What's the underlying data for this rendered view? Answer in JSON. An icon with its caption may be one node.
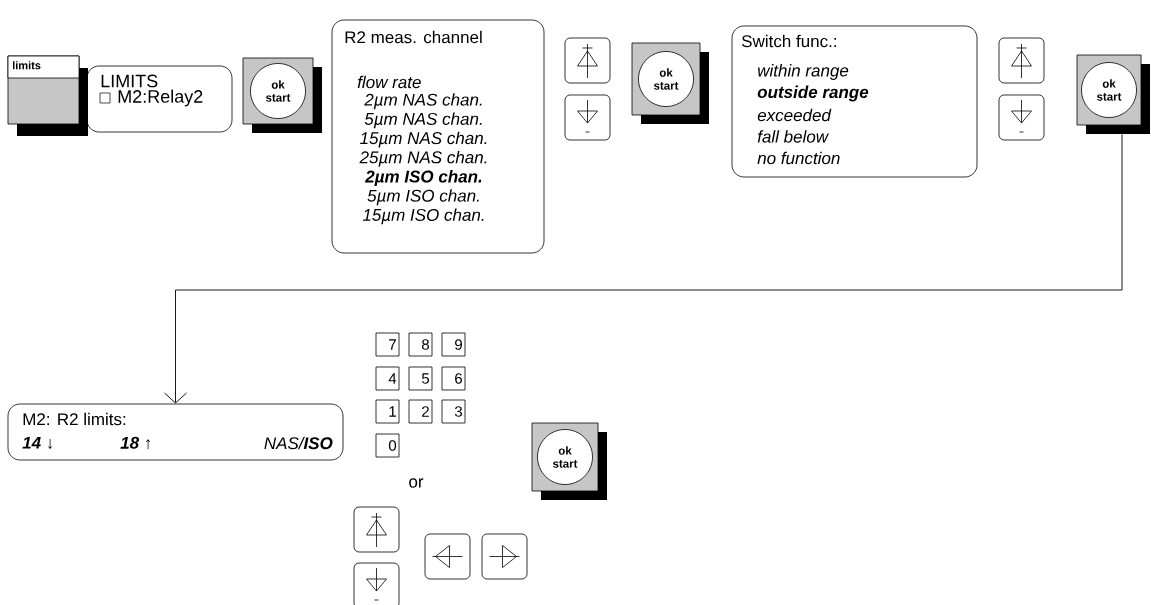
{
  "diagram": {
    "nodes": [
      {
        "text": [
          "limits"
        ]
      },
      {
        "text": [
          "LIMITS",
          "M2:Relay2"
        ]
      },
      {
        "text": [
          "ok start"
        ]
      },
      {
        "text": [
          "R2 meas. channel",
          "flow rate",
          "2µm NAS chan.",
          "5µm NAS chan.",
          "15µm NAS chan.",
          "25µm NAS chan.",
          "**2µm ISO chan.**",
          "5µm ISO chan.",
          "15µm ISO chan."
        ]
      },
      {
        "text": [],
        "shape": "box"
      },
      {
        "text": [],
        "shape": "box"
      },
      {
        "text": [
          "ok start"
        ]
      },
      {
        "text": [
          "Switch func.:",
          "within range",
          "**outside range**",
          "exceeded",
          "fall below",
          "no function"
        ]
      },
      {
        "text": [],
        "shape": "box"
      },
      {
        "text": [],
        "shape": "box"
      },
      {
        "text": [
          "ok start"
        ]
      },
      {
        "text": [
          "M2: R2 limits:",
          "**14** ↓",
          "**18** ↑",
          "NAS/**ISO**"
        ]
      },
      {
        "text": [
          "7"
        ]
      },
      {
        "text": [
          "8"
        ]
      },
      {
        "text": [
          "9"
        ]
      },
      {
        "text": [
          "4"
        ]
      },
      {
        "text": [
          "5"
        ]
      },
      {
        "text": [
          "6"
        ]
      },
      {
        "text": [
          "1"
        ]
      },
      {
        "text": [
          "2"
        ]
      },
      {
        "text": [
          "3"
        ]
      },
      {
        "text": [
          "0"
        ]
      },
      {
        "text": [
          "ok start"
        ]
      },
      {
        "text": [],
        "shape": "box"
      },
      {
        "text": [],
        "shape": "box"
      },
      {
        "text": [],
        "shape": "box"
      },
      {
        "text": [],
        "shape": "box"
      }
    ],
    "edges": [
      {
        "from": 10,
        "to": 11,
        "arrow": "to"
      }
    ],
    "labels": [
      "or"
    ]
  }
}
